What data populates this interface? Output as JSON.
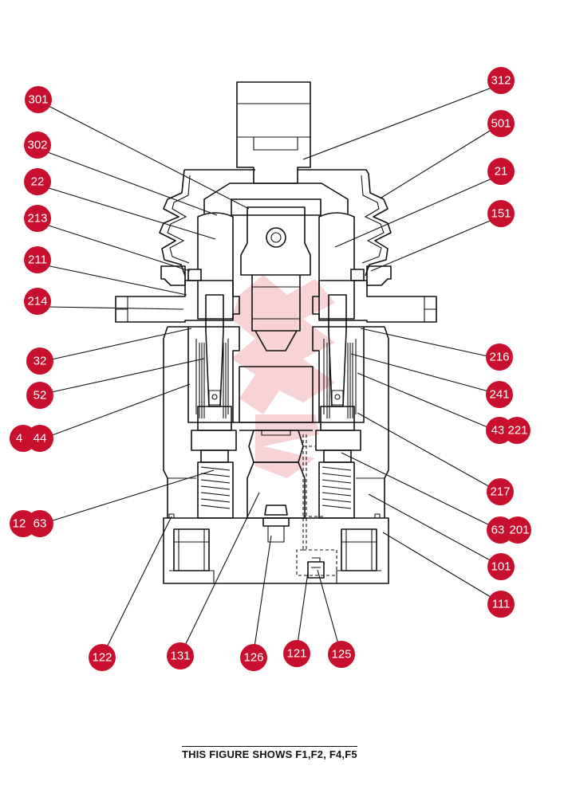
{
  "caption": "THIS FIGURE SHOWS  F1,F2, F4,F5",
  "colors": {
    "callout": "#c8102e",
    "line": "#111111",
    "watermark": "#e8808a"
  },
  "callouts": [
    {
      "id": "c301",
      "label": "301"
    },
    {
      "id": "c312",
      "label": "312"
    },
    {
      "id": "c302",
      "label": "302"
    },
    {
      "id": "c501",
      "label": "501"
    },
    {
      "id": "c22",
      "label": "22"
    },
    {
      "id": "c21",
      "label": "21"
    },
    {
      "id": "c213",
      "label": "213"
    },
    {
      "id": "c151",
      "label": "151"
    },
    {
      "id": "c211",
      "label": "211"
    },
    {
      "id": "c214",
      "label": "214"
    },
    {
      "id": "c32",
      "label": "32"
    },
    {
      "id": "c216",
      "label": "216"
    },
    {
      "id": "c52",
      "label": "52"
    },
    {
      "id": "c241",
      "label": "241"
    },
    {
      "id": "c4",
      "label": "4"
    },
    {
      "id": "c44",
      "label": "44"
    },
    {
      "id": "c43",
      "label": "43"
    },
    {
      "id": "c221",
      "label": "221"
    },
    {
      "id": "c217",
      "label": "217"
    },
    {
      "id": "c12",
      "label": "12"
    },
    {
      "id": "c63l",
      "label": "63"
    },
    {
      "id": "c63r",
      "label": "63"
    },
    {
      "id": "c201",
      "label": "201"
    },
    {
      "id": "c101",
      "label": "101"
    },
    {
      "id": "c111",
      "label": "111"
    },
    {
      "id": "c122",
      "label": "122"
    },
    {
      "id": "c131",
      "label": "131"
    },
    {
      "id": "c126",
      "label": "126"
    },
    {
      "id": "c121",
      "label": "121"
    },
    {
      "id": "c125",
      "label": "125"
    }
  ]
}
